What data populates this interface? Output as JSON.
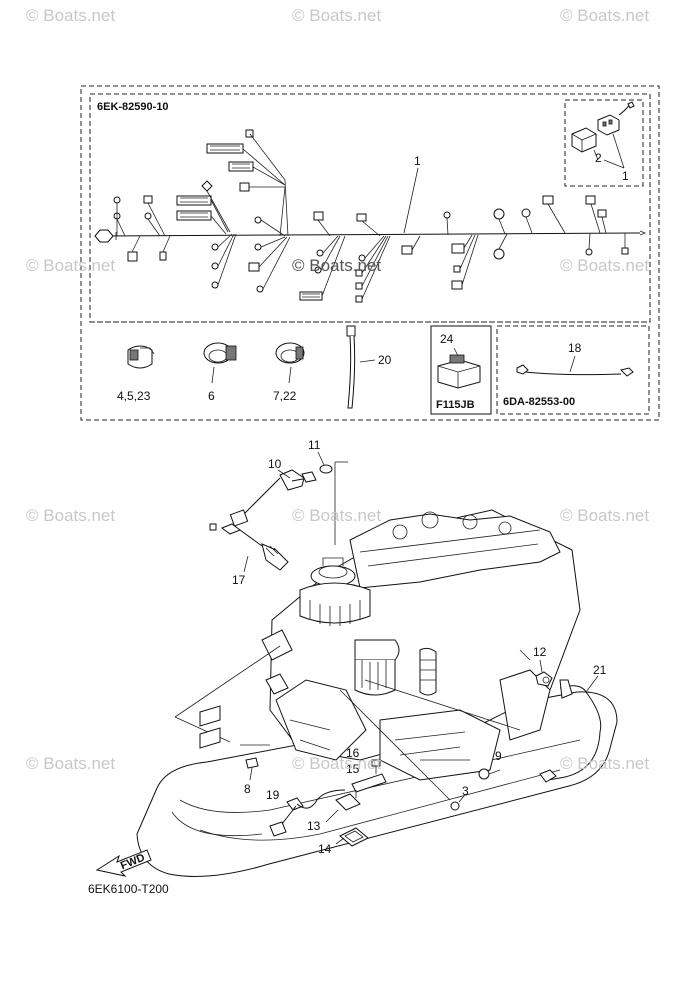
{
  "watermark": "© Boats.net",
  "harness_box": {
    "part_no": "6EK-82590-10",
    "ref": "1"
  },
  "connector_inset": {
    "refs": [
      "2",
      "1"
    ]
  },
  "small_parts": [
    {
      "label": "4,5,23"
    },
    {
      "label": "6"
    },
    {
      "label": "7,22"
    },
    {
      "label": "20"
    }
  ],
  "f115_box": {
    "ref": "24",
    "model": "F115JB"
  },
  "lead_box": {
    "ref": "18",
    "part_no": "6DA-82553-00"
  },
  "engine_refs": [
    "11",
    "10",
    "17",
    "12",
    "21",
    "16",
    "15",
    "9",
    "8",
    "19",
    "13",
    "3",
    "14"
  ],
  "fwd_label": "FWD",
  "diagram_id": "6EK6100-T200"
}
